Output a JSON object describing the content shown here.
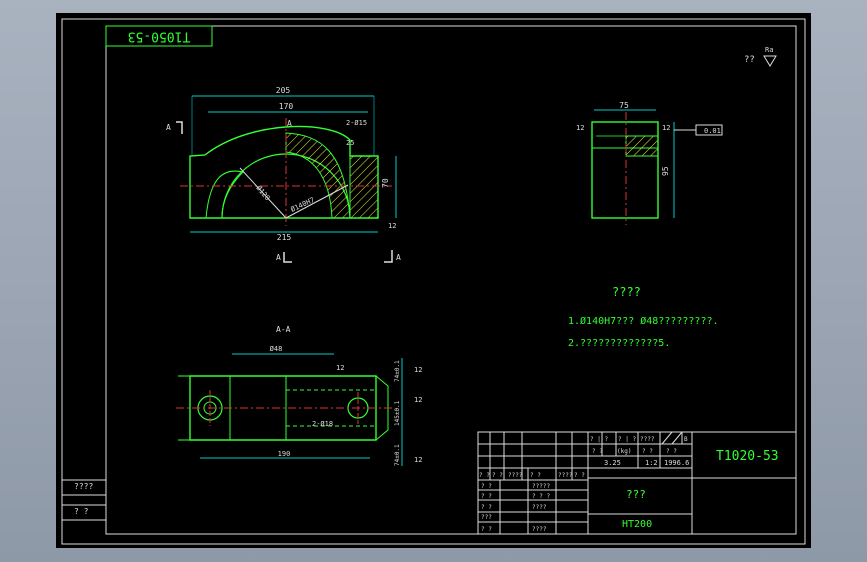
{
  "drawing": {
    "rotated_code": "T1050-53",
    "code": "T1020-53",
    "material": "HT200",
    "surface_mark": "??",
    "notes_title": "????",
    "notes": [
      "1.Ø140H7??? Ø48?????????.",
      "2.?????????????5."
    ]
  },
  "front_view": {
    "dims": [
      "205",
      "170",
      "215",
      "70",
      "2-Ø15",
      "25",
      "Ø120",
      "Ø140H7",
      "12"
    ],
    "section_letter": "A"
  },
  "side_view": {
    "dims": [
      "75",
      "95",
      "0.01",
      "12"
    ]
  },
  "section_view": {
    "label": "A-A",
    "dims": [
      "Ø48",
      "190",
      "2-Ø18",
      "12",
      "145",
      "74",
      "12"
    ],
    "tolerances": [
      "74±0.1",
      "145±0.1",
      "74±0.1"
    ]
  },
  "title_block": {
    "row_labels": [
      "? ?",
      "? ?",
      "? ?",
      "???",
      "? ?"
    ],
    "head_cells": [
      "? ?",
      "? ?",
      "????",
      "? ?",
      "????",
      "? ?"
    ],
    "right_vals": [
      "?????",
      "? ? ?",
      "????",
      "????"
    ],
    "scale_row": [
      "? | ?",
      "? | ?",
      "????",
      "B"
    ],
    "weight_row": [
      "? ?",
      "(kg)",
      "? ?",
      "? ?"
    ],
    "values_row": [
      "3.25",
      "1:2",
      "1996.6"
    ],
    "part_name": "???"
  },
  "side_strip": {
    "label1": "????",
    "label2": "? ?"
  }
}
